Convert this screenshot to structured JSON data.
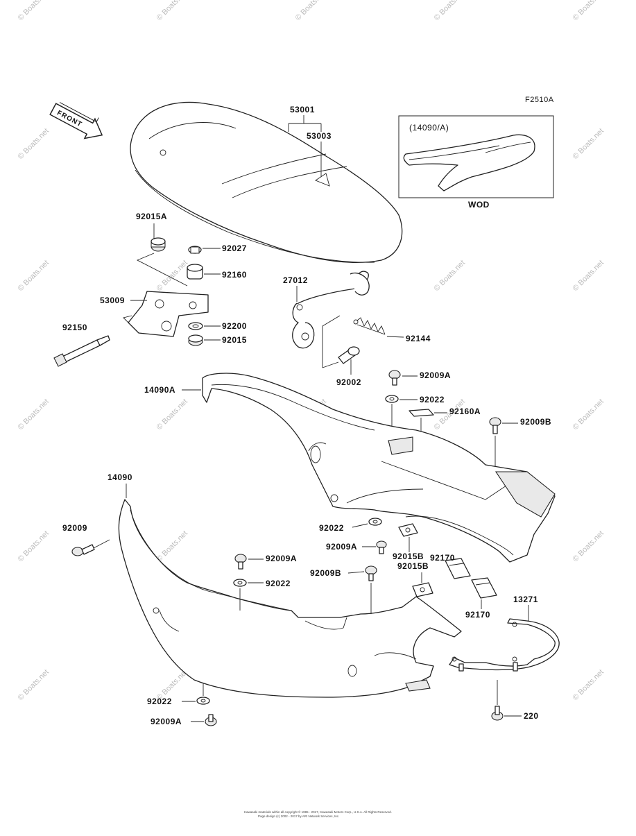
{
  "figure_code": "F2510A",
  "front_label": "FRONT",
  "inset": {
    "ref_label": "(14090/A)",
    "caption": "WOD"
  },
  "parts": {
    "p53001": "53001",
    "p53003": "53003",
    "p92015A": "92015A",
    "p92027": "92027",
    "p92160": "92160",
    "p53009": "53009",
    "p92200": "92200",
    "p92015": "92015",
    "p92150": "92150",
    "p27012": "27012",
    "p92144": "92144",
    "p92002": "92002",
    "p92009A_top": "92009A",
    "p92022_top": "92022",
    "p92160A": "92160A",
    "p92009B_right": "92009B",
    "p14090A": "14090A",
    "p14090": "14090",
    "p92009": "92009",
    "p92022_mid": "92022",
    "p92009A_mid": "92009A",
    "p92015B_1": "92015B",
    "p92170_1": "92170",
    "p92009A_lower": "92009A",
    "p92022_lower": "92022",
    "p92009B_lower": "92009B",
    "p92015B_2": "92015B",
    "p92170_2": "92170",
    "p13271": "13271",
    "p92022_bottom": "92022",
    "p92009A_bottom": "92009A",
    "p220": "220"
  },
  "watermark": "© Boats.net",
  "footer": {
    "line1": "Kawasaki materials within all copyright © 1995 - 2017, Kawasaki Motors Corp., U.S.A. All Rights Reserved.",
    "line2": "Page design (c) 2002 - 2017 by ARI Network Services, Inc."
  }
}
